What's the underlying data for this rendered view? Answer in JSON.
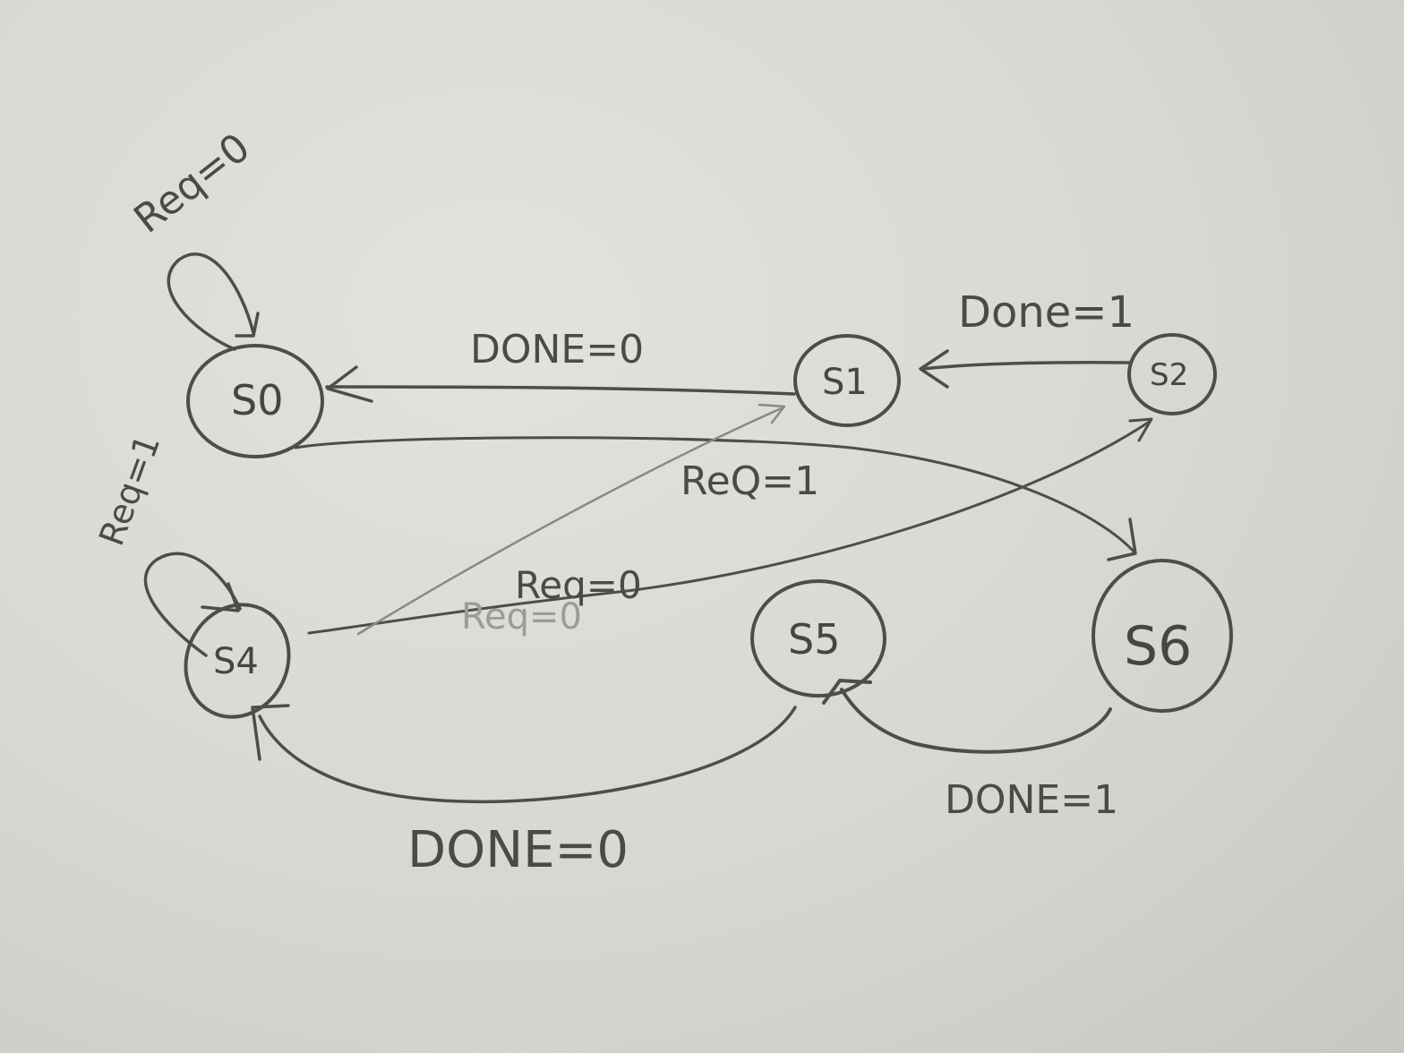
{
  "states": [
    {
      "id": "S0",
      "label": "S0"
    },
    {
      "id": "S1",
      "label": "S1"
    },
    {
      "id": "S2",
      "label": "S2"
    },
    {
      "id": "S4",
      "label": "S4"
    },
    {
      "id": "S5",
      "label": "S5"
    },
    {
      "id": "S6",
      "label": "S6"
    }
  ],
  "transitions": [
    {
      "from": "S0",
      "to": "S0",
      "label": "Req=0"
    },
    {
      "from": "S1",
      "to": "S0",
      "label": "DONE=0"
    },
    {
      "from": "S2",
      "to": "S1",
      "label": "Done=1"
    },
    {
      "from": "S0",
      "to": "S6",
      "label": "ReQ=1"
    },
    {
      "from": "S4",
      "to": "S4",
      "label": "Req=1"
    },
    {
      "from": "S4",
      "to": "S2",
      "label": "Req=0"
    },
    {
      "from": "S4",
      "to": "S1",
      "label": "Req=0"
    },
    {
      "from": "S6",
      "to": "S5",
      "label": "DONE=1"
    },
    {
      "from": "S5",
      "to": "S4",
      "label": "DONE=0"
    }
  ],
  "colors": {
    "ink": "#4d4d4a",
    "paper": "#dedcd8"
  }
}
